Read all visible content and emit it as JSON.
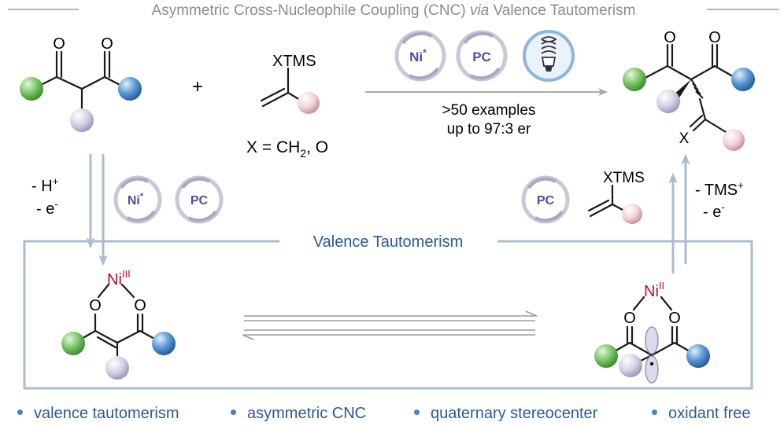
{
  "title_pre": "Asymmetric Cross-Nucleophile Coupling (CNC) ",
  "title_italic": "via",
  "title_post": " Valence Tautomerism",
  "reagent_label": "XTMS",
  "plus": "+",
  "x_def_pre": "X = CH",
  "x_def_sub": "2",
  "x_def_post": ", O",
  "catalysts": {
    "ni": "Ni",
    "ni_star": "*",
    "pc": "PC"
  },
  "conditions": {
    "line1": ">50 examples",
    "line2": "up to 97:3 er"
  },
  "atom_o": "O",
  "atom_x": "X",
  "left_step": {
    "line1": "- H",
    "sup1": "+",
    "line2": "- e",
    "sup2": "-"
  },
  "right_step": {
    "line1": "- TMS",
    "sup1": "+",
    "line2": "- e",
    "sup2": "-"
  },
  "cycle_label": "Valence Tautomerism",
  "ni3": {
    "el": "Ni",
    "ox": "III"
  },
  "ni2": {
    "el": "Ni",
    "ox": "II"
  },
  "radical_dot": "•",
  "bullets": [
    "valence tautomerism",
    "asymmetric CNC",
    "quaternary stereocenter",
    "oxidant free"
  ],
  "colors": {
    "green": "#6dbf5a",
    "blue": "#4a8ed0",
    "lavender": "#c9c7e0",
    "pink": "#ecc4cc",
    "nickel": "#b8102a",
    "accent": "#2a5a9a",
    "frame": "#a9bdd2"
  }
}
